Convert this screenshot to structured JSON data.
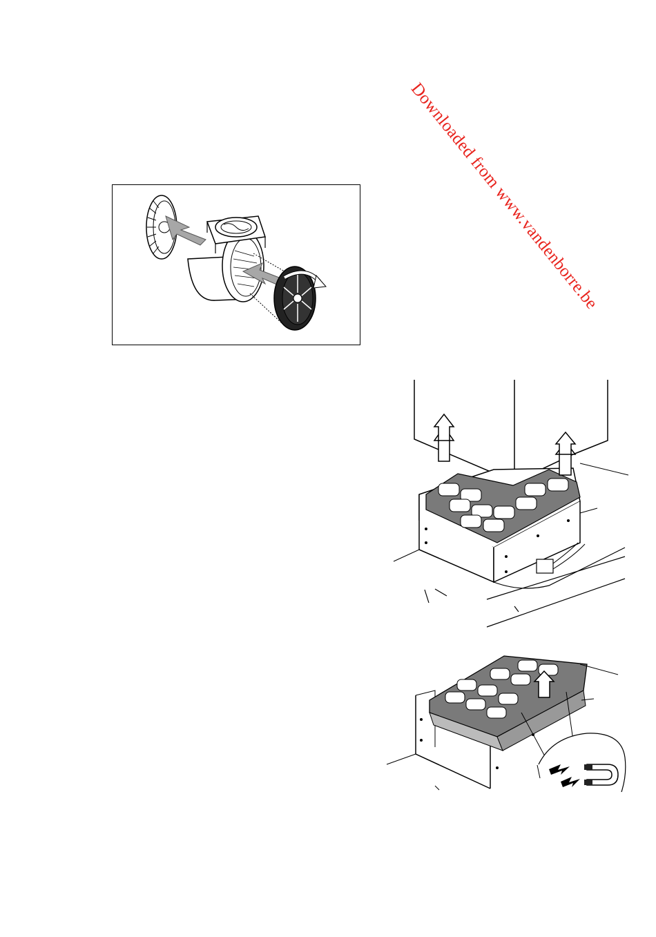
{
  "watermark": {
    "text": "Downloaded from www.vandenborre.be",
    "color": "#e8231d"
  },
  "figures": [
    {
      "id": "motor-filter-illustration",
      "icon": "fan-motor-charcoal-filter-illustration"
    },
    {
      "id": "grease-filter-duct-illustration",
      "icon": "hood-grease-filter-lift-illustration"
    },
    {
      "id": "grease-filter-magnet-illustration",
      "icon": "hood-grease-filter-magnet-illustration"
    }
  ]
}
